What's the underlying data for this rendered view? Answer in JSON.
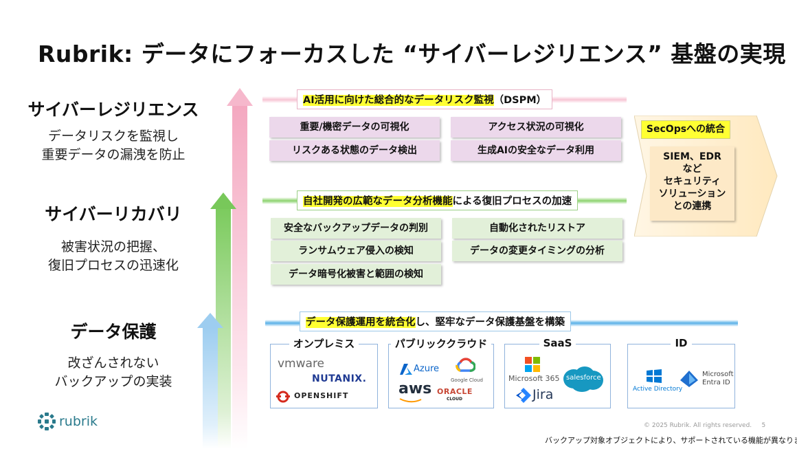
{
  "slide": {
    "title": "Rubrik: データにフォーカスした “サイバーレジリエンス” 基盤の実現"
  },
  "levels": [
    {
      "heading": "サイバーレジリエンス",
      "desc1": "データリスクを監視し",
      "desc2": "重要データの漏洩を防止"
    },
    {
      "heading": "サイバーリカバリ",
      "desc1": "被害状況の把握、",
      "desc2": "復旧プロセスの迅速化"
    },
    {
      "heading": "データ保護",
      "desc1": "改ざんされない",
      "desc2": "バックアップの実装"
    }
  ],
  "sections": {
    "dspm": {
      "title_hl": "AI活用に向けた総合的なデータリスク監視",
      "title_rest": "（DSPM）",
      "items": [
        "重要/機密データの可視化",
        "アクセス状況の可視化",
        "リスクある状態のデータ検出",
        "生成AIの安全なデータ利用"
      ]
    },
    "recovery": {
      "title_hl": "自社開発の広範なデータ分析機能",
      "title_rest": "による復旧プロセスの加速",
      "items": [
        "安全なバックアップデータの判別",
        "自動化されたリストア",
        "ランサムウェア侵入の検知",
        "データの変更タイミングの分析",
        "データ暗号化被害と範囲の検知"
      ]
    },
    "protection": {
      "title_hl": "データ保護運用を統合化",
      "title_rest": "し、堅牢なデータ保護基盤を構築"
    }
  },
  "secops": {
    "title": "SecOpsへの統合",
    "lines": [
      "SIEM、EDR",
      "など",
      "セキュリティ",
      "ソリューション",
      "との連携"
    ]
  },
  "platforms": {
    "onprem": {
      "label": "オンプレミス",
      "logos": [
        "vmware",
        "NUTANIX.",
        "OPENSHIFT"
      ]
    },
    "cloud": {
      "label": "パブリッククラウド",
      "logos": [
        "Azure",
        "Google Cloud",
        "aws",
        "ORACLE",
        "CLOUD"
      ]
    },
    "saas": {
      "label": "SaaS",
      "logos": [
        "Microsoft 365",
        "salesforce",
        "Jira"
      ]
    },
    "id": {
      "label": "ID",
      "logos": [
        "Active Directory",
        "Microsoft",
        "Entra ID"
      ]
    }
  },
  "footer": {
    "brand": "rubrik",
    "copyright": "© 2025 Rubrik. All rights reserved.",
    "page": "5",
    "note": "バックアップ対象オブジェクトにより、サポートされている機能が異なります"
  },
  "colors": {
    "pink_arrow": "#f6b8cc",
    "green_arrow": "#78c85a",
    "blue_arrow": "#9dcdf0",
    "highlight": "#ffff33",
    "pink_pill": "#ecd8eb",
    "green_pill": "#e2f0d9",
    "secops_box": "#fde9c7"
  }
}
